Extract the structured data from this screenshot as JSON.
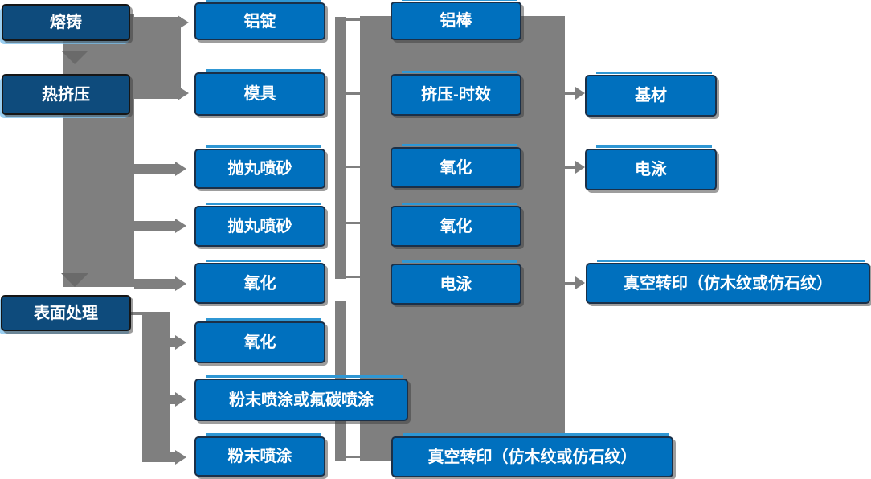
{
  "diagram": {
    "type": "flowchart",
    "language": "zh-CN",
    "background": "#FFFFFF",
    "colors": {
      "process_box_blue": "#0070BE",
      "stage_box_dark_blue": "#0E4B7C",
      "box_border_dark": "#1B3048",
      "box_top_accent_light_blue": "#2F97D4",
      "connector_gray": "#7F7F7F",
      "arrow_down_dark_gray": "#6A6A6A",
      "text_white": "#FFFFFF"
    },
    "flow_groups": [
      {
        "trunk": "left-trunk",
        "sources": [
          "熔铸",
          "热挤压"
        ],
        "targets": [
          "铝锭",
          "模具",
          "抛丸喷砂",
          "抛丸喷砂",
          "氧化"
        ]
      },
      {
        "trunk": "surface-trunk",
        "sources": [
          "表面处理"
        ],
        "targets": [
          "氧化",
          "粉末喷涂或氟碳喷涂",
          "粉末喷涂"
        ]
      },
      {
        "trunk": "main-block",
        "sources": [
          "铝棒",
          "挤压-时效",
          "氧化",
          "氧化",
          "电泳"
        ],
        "targets": [
          "基材",
          "电泳",
          "真空转印（仿木纹或仿石纹）"
        ]
      }
    ],
    "down_arrows": [
      {
        "from": "熔铸",
        "to": "热挤压"
      },
      {
        "from": "热挤压",
        "to": "表面处理"
      }
    ]
  },
  "nodes": {
    "melting_casting": "熔铸",
    "hot_extrusion": "热挤压",
    "surface_treatment": "表面处理",
    "aluminum_ingot": "铝锭",
    "mold": "模具",
    "shot_blast_sand_1": "抛丸喷砂",
    "shot_blast_sand_2": "抛丸喷砂",
    "oxidation_1": "氧化",
    "oxidation_2": "氧化",
    "powder_or_fluorocarbon": "粉末喷涂或氟碳喷涂",
    "powder_coating": "粉末喷涂",
    "aluminum_rod": "铝棒",
    "extrusion_aging": "挤压-时效",
    "oxidation_3": "氧化",
    "oxidation_4": "氧化",
    "electrophoresis_1": "电泳",
    "vacuum_transfer_bottom": "真空转印（仿木纹或仿石纹）",
    "substrate": "基材",
    "electrophoresis_2": "电泳",
    "vacuum_transfer_right": "真空转印（仿木纹或仿石纹）"
  }
}
